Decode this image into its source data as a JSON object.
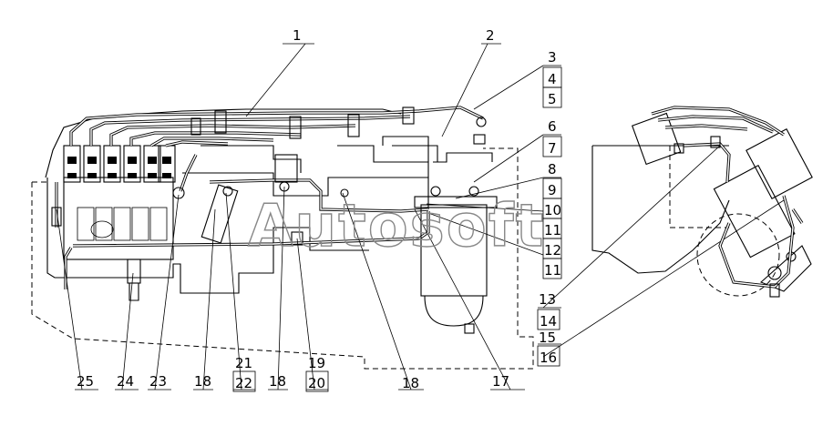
{
  "watermark": "Autosoft",
  "callouts": {
    "c1": "1",
    "c2": "2",
    "c3": "3",
    "c4": "4",
    "c5": "5",
    "c6": "6",
    "c7": "7",
    "c8": "8",
    "c9": "9",
    "c10": "10",
    "c11a": "11",
    "c11b": "11",
    "c12": "12",
    "c13": "13",
    "c14": "14",
    "c15": "15",
    "c16": "16",
    "c17": "17",
    "c18a": "18",
    "c18b": "18",
    "c18c": "18",
    "c19": "19",
    "c20": "20",
    "c21": "21",
    "c22": "22",
    "c23": "23",
    "c24": "24",
    "c25": "25"
  }
}
